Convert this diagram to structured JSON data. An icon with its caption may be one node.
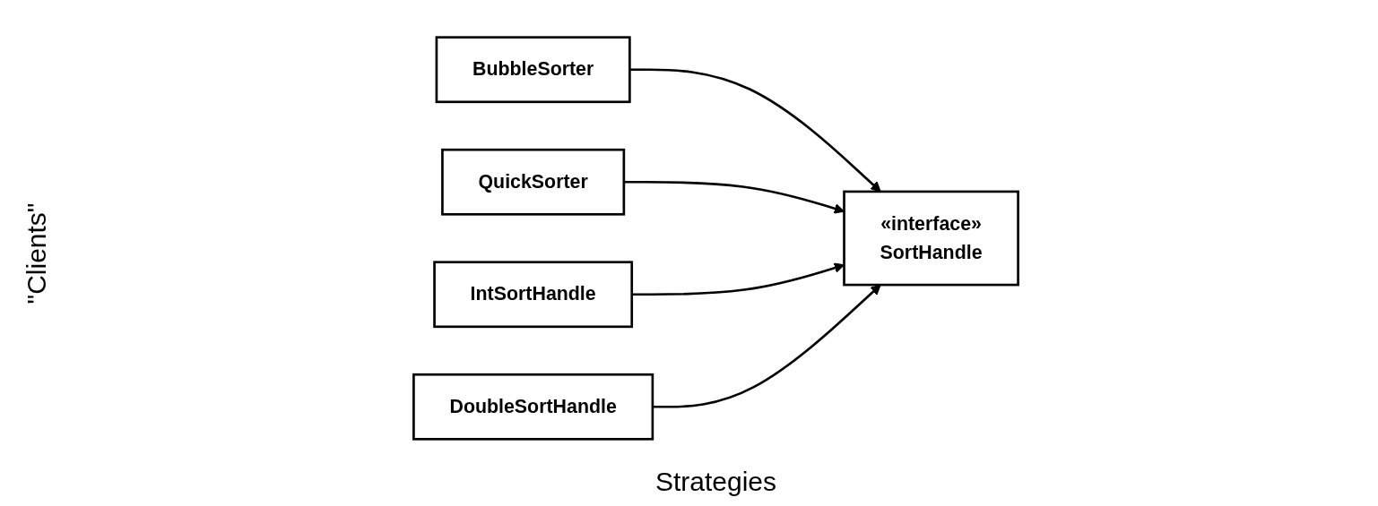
{
  "diagram": {
    "nodes": [
      {
        "text": [
          "BubbleSorter"
        ]
      },
      {
        "text": [
          "QuickSorter"
        ]
      },
      {
        "text": [
          "«interface»",
          "SortHandle"
        ]
      },
      {
        "text": [
          "IntSortHandle"
        ]
      },
      {
        "text": [
          "DoubleSortHandle"
        ]
      }
    ],
    "edges": [
      {
        "from": 0,
        "to": 2,
        "arrow": "to"
      },
      {
        "from": 1,
        "to": 2,
        "arrow": "to"
      },
      {
        "from": 3,
        "to": 2,
        "arrow": "to"
      },
      {
        "from": 4,
        "to": 2,
        "arrow": "to"
      }
    ],
    "labels": [
      "\"Clients\"",
      "Strategies"
    ]
  }
}
